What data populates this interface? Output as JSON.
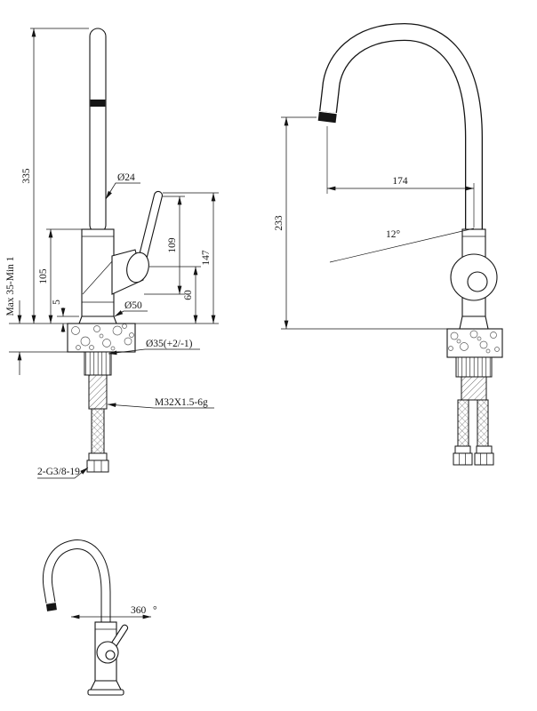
{
  "drawing": {
    "front": {
      "dim_height": "335",
      "dim_body": "105",
      "dim_base": "5",
      "dim_deck_range": "Max 35-Min 1",
      "dia_spout": "Ø24",
      "dim_handle": "109",
      "dim_handle_total": "147",
      "dim_joint": "60",
      "dia_body": "Ø50",
      "dia_hole": "Ø35(+2/-1)",
      "thread_spec": "M32X1.5-6g",
      "hose_spec": "2-G3/8-19"
    },
    "side": {
      "dim_reach": "174",
      "dim_height": "233",
      "angle_tip": "12°"
    },
    "bottom": {
      "rotation": "360",
      "degree": "°"
    }
  }
}
